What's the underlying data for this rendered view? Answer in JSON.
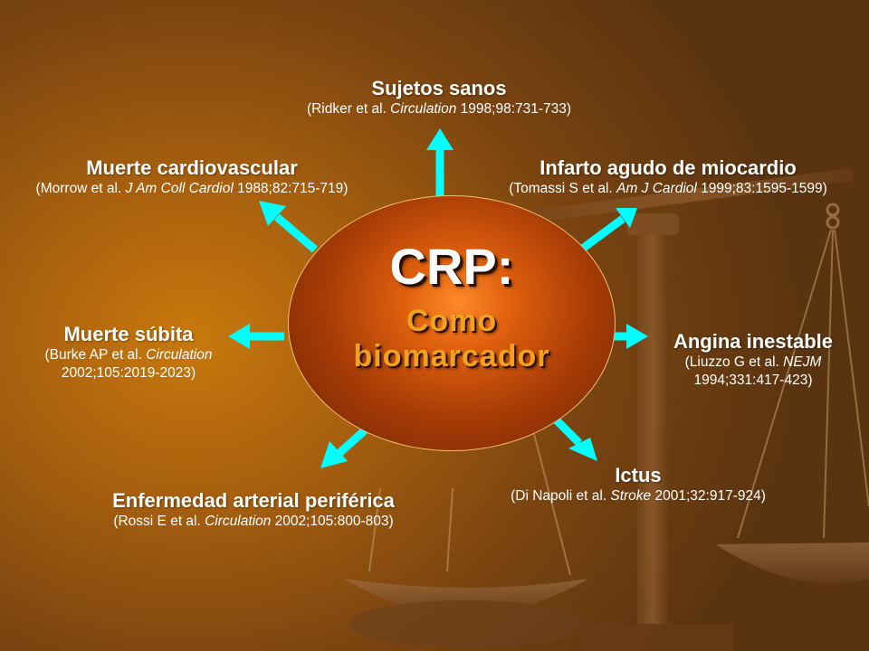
{
  "center": {
    "title": "CRP:",
    "subtitle_line1": "Como",
    "subtitle_line2": "biomarcador"
  },
  "outcomes": [
    {
      "id": "sujetos-sanos",
      "title": "Sujetos sanos",
      "ref_pre": "(Ridker et al. ",
      "ref_journal": "Circulation",
      "ref_post": " 1998;98:731-733)"
    },
    {
      "id": "infarto",
      "title": "Infarto agudo de miocardio",
      "ref_pre": "(Tomassi S et al. ",
      "ref_journal": "Am J Cardiol",
      "ref_post": " 1999;83:1595-1599)"
    },
    {
      "id": "angina",
      "title": "Angina inestable",
      "ref_pre": "(Liuzzo G et al. ",
      "ref_journal": "NEJM",
      "ref_post": "1994;331:417-423)"
    },
    {
      "id": "ictus",
      "title": "Ictus",
      "ref_pre": "(Di Napoli et al. ",
      "ref_journal": "Stroke",
      "ref_post": " 2001;32:917-924)"
    },
    {
      "id": "enfermedad-arterial",
      "title": "Enfermedad arterial periférica",
      "ref_pre": "(Rossi E et al. ",
      "ref_journal": "Circulation",
      "ref_post": " 2002;105:800-803)"
    },
    {
      "id": "muerte-subita",
      "title": "Muerte súbita",
      "ref_pre": "(Burke AP et al. ",
      "ref_journal": "Circulation",
      "ref_post": "2002;105:2019-2023)"
    },
    {
      "id": "muerte-cardiovascular",
      "title": "Muerte cardiovascular",
      "ref_pre": "(Morrow et al. ",
      "ref_journal": "J Am Coll Cardiol",
      "ref_post": " 1988;82:715-719)"
    }
  ],
  "colors": {
    "arrow": "#00ffff",
    "title_text": "#ffffff",
    "subtitle_text": "#f2a020",
    "background": "#8a4c10",
    "ellipse_core": "#e0600e"
  },
  "decoration": {
    "background_art": "balance-scale"
  }
}
